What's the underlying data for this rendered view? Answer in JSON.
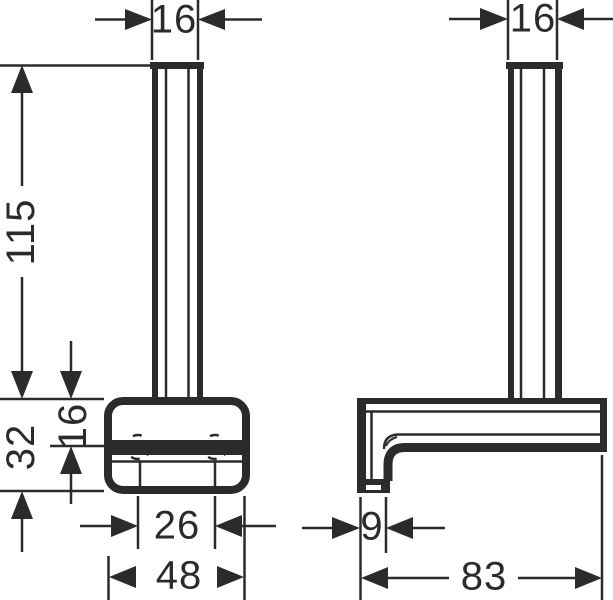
{
  "drawing": {
    "colors": {
      "line": "#2b2b2b",
      "background": "#ffffff"
    },
    "front_view": {
      "rod_width": "16",
      "rod_length": "115",
      "body_height": "32",
      "body_upper_height": "16",
      "hole_spacing": "26",
      "body_width": "48"
    },
    "side_view": {
      "rod_width": "16",
      "plate_depth": "9",
      "total_depth": "83"
    }
  }
}
